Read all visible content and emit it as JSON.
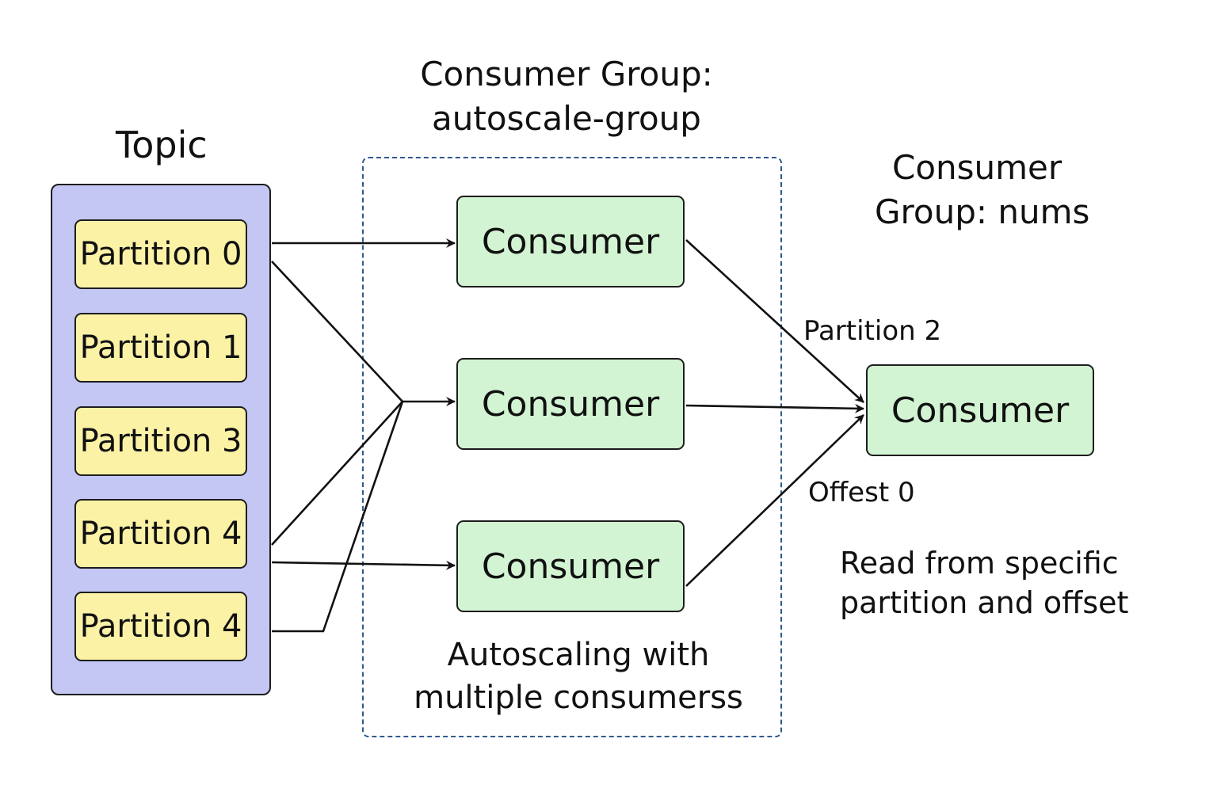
{
  "topic": {
    "title": "Topic",
    "partitions": [
      "Partition 0",
      "Partition 1",
      "Partition 3",
      "Partition 4",
      "Partition 4"
    ]
  },
  "autoscale_group": {
    "title_line1": "Consumer Group:",
    "title_line2": "autoscale-group",
    "consumers": [
      "Consumer",
      "Consumer",
      "Consumer"
    ],
    "caption_line1": "Autoscaling with",
    "caption_line2": "multiple consumerss"
  },
  "nums_group": {
    "title_line1": "Consumer",
    "title_line2": "Group: nums",
    "consumer": "Consumer",
    "partition_label": "Partition 2",
    "offset_label": "Offest 0",
    "note_line1": "Read from specific",
    "note_line2": "partition and offset"
  },
  "colors": {
    "topic_fill": "#c4c6f4",
    "partition_fill": "#fbf2a6",
    "consumer_fill": "#d2f4d2",
    "group_border": "#2f5a8e",
    "line": "#111111"
  }
}
